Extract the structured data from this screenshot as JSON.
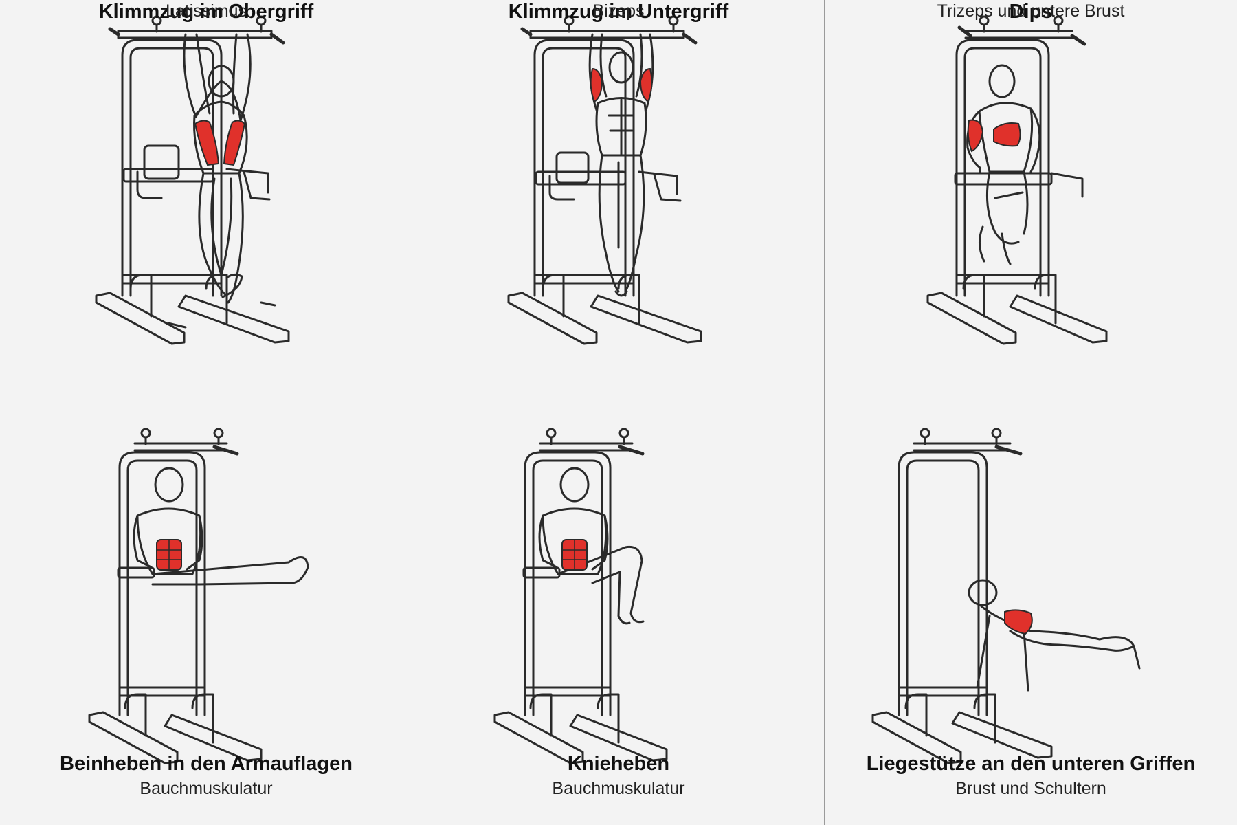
{
  "exercises": [
    {
      "title": "Klimmzug im Obergriff",
      "muscles": "Latissimus",
      "highlight": "lats",
      "pose": "pullup-back"
    },
    {
      "title": "Klimmzug im Untergriff",
      "muscles": "Bizeps",
      "highlight": "biceps",
      "pose": "chinup-front"
    },
    {
      "title": "Dips",
      "muscles": "Trizeps und untere Brust",
      "highlight": "triceps-chest",
      "pose": "dips"
    },
    {
      "title": "Beinheben in den Armauflagen",
      "muscles": "Bauchmuskulatur",
      "highlight": "abs",
      "pose": "leg-raise"
    },
    {
      "title": "Knieheben",
      "muscles": "Bauchmuskulatur",
      "highlight": "abs",
      "pose": "knee-raise"
    },
    {
      "title": "Liegestütze an den unteren Griffen",
      "muscles": "Brust und Schultern",
      "highlight": "chest-shoulders",
      "pose": "pushup"
    }
  ],
  "colors": {
    "background": "#f3f3f3",
    "line": "#2a2a2a",
    "muscle": "#e0312b",
    "divider": "#9a9a9a"
  }
}
